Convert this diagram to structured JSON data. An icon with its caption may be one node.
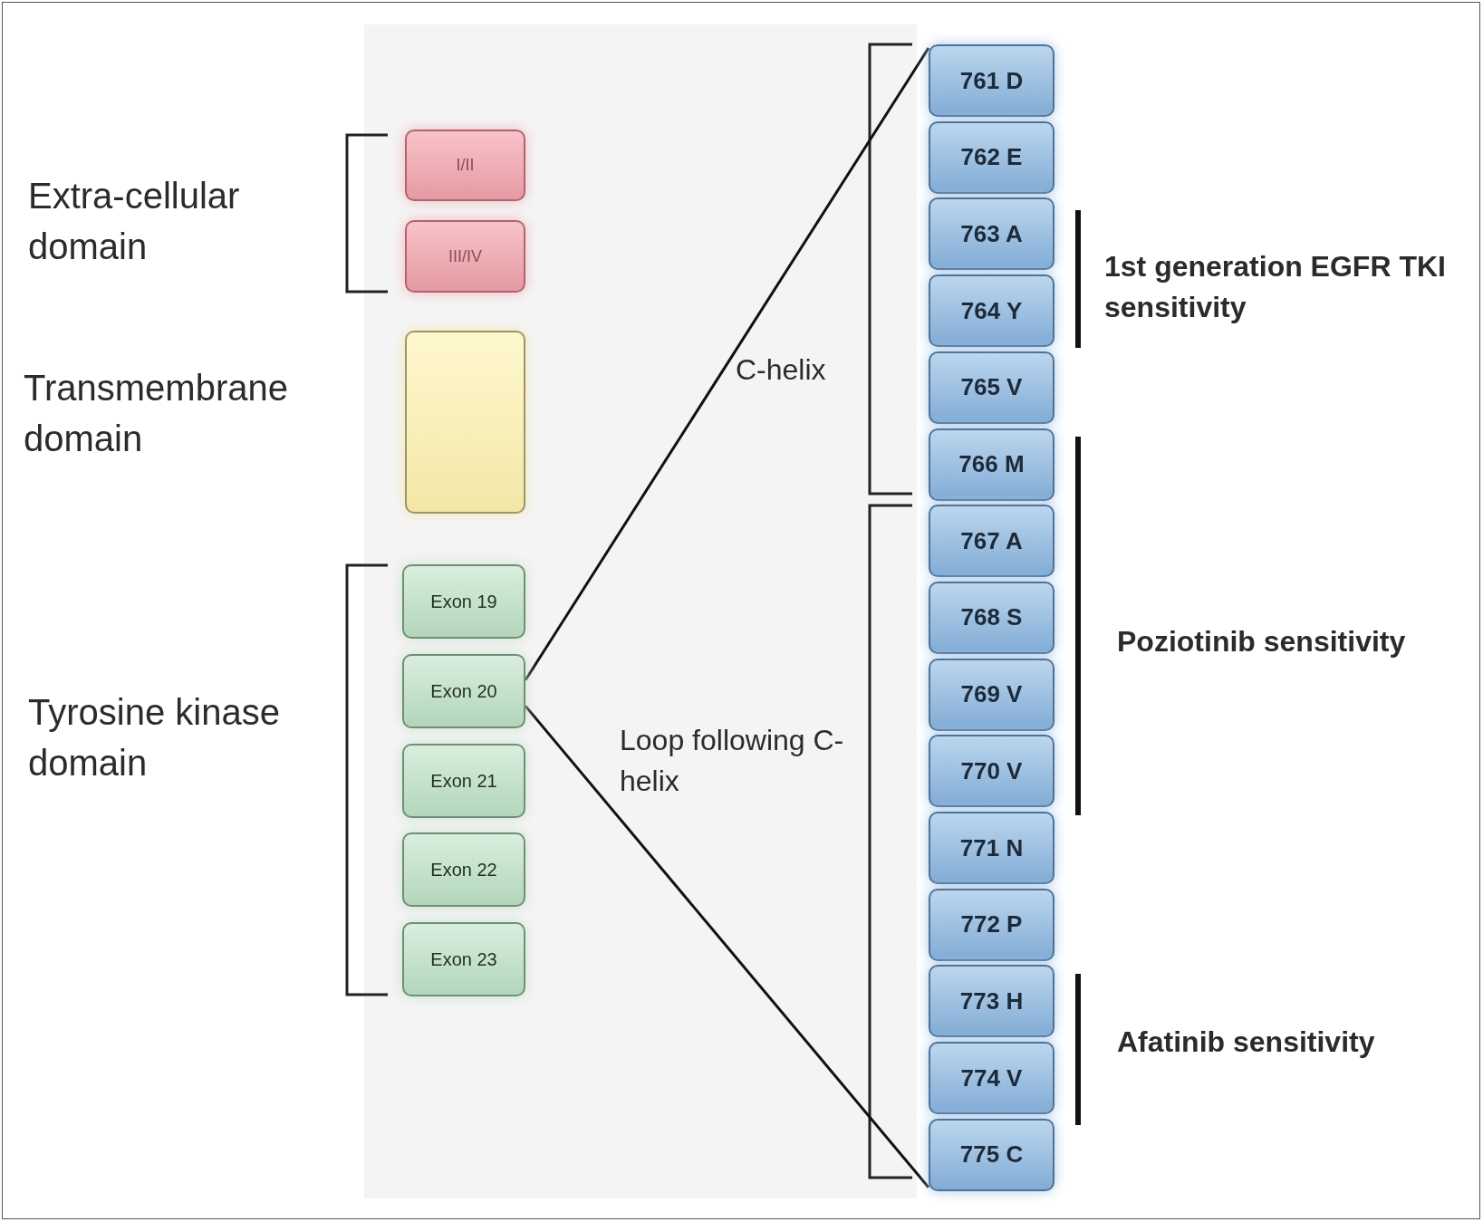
{
  "diagram": {
    "nodes": [
      {
        "text": [
          "I/II"
        ]
      },
      {
        "text": [
          "III/IV"
        ]
      },
      {
        "text": [],
        "shape": "box"
      },
      {
        "text": [
          "Exon 19"
        ]
      },
      {
        "text": [
          "Exon 20"
        ]
      },
      {
        "text": [
          "Exon 21"
        ]
      },
      {
        "text": [
          "Exon 22"
        ]
      },
      {
        "text": [
          "Exon 23"
        ]
      },
      {
        "text": [
          "761 D"
        ]
      },
      {
        "text": [
          "762 E"
        ]
      },
      {
        "text": [
          "763 A"
        ]
      },
      {
        "text": [
          "764 Y"
        ]
      },
      {
        "text": [
          "765 V"
        ]
      },
      {
        "text": [
          "766 M"
        ]
      },
      {
        "text": [
          "767 A"
        ]
      },
      {
        "text": [
          "768 S"
        ]
      },
      {
        "text": [
          "769 V"
        ]
      },
      {
        "text": [
          "770 V"
        ]
      },
      {
        "text": [
          "771 N"
        ]
      },
      {
        "text": [
          "772 P"
        ]
      },
      {
        "text": [
          "773 H"
        ]
      },
      {
        "text": [
          "774 V"
        ]
      },
      {
        "text": [
          "775 C"
        ]
      }
    ],
    "edges": [
      {
        "from": 4,
        "to": 8,
        "arrow": "none"
      },
      {
        "from": 4,
        "to": 22,
        "arrow": "none"
      }
    ],
    "labels": [
      "Extra-cellular domain",
      "Transmembrane domain",
      "Tyrosine kinase domain",
      "C-helix",
      "Loop following C-helix",
      "1st generation EGFR TKI sensitivity",
      "Poziotinib sensitivity",
      "Afatinib sensitivity"
    ]
  }
}
